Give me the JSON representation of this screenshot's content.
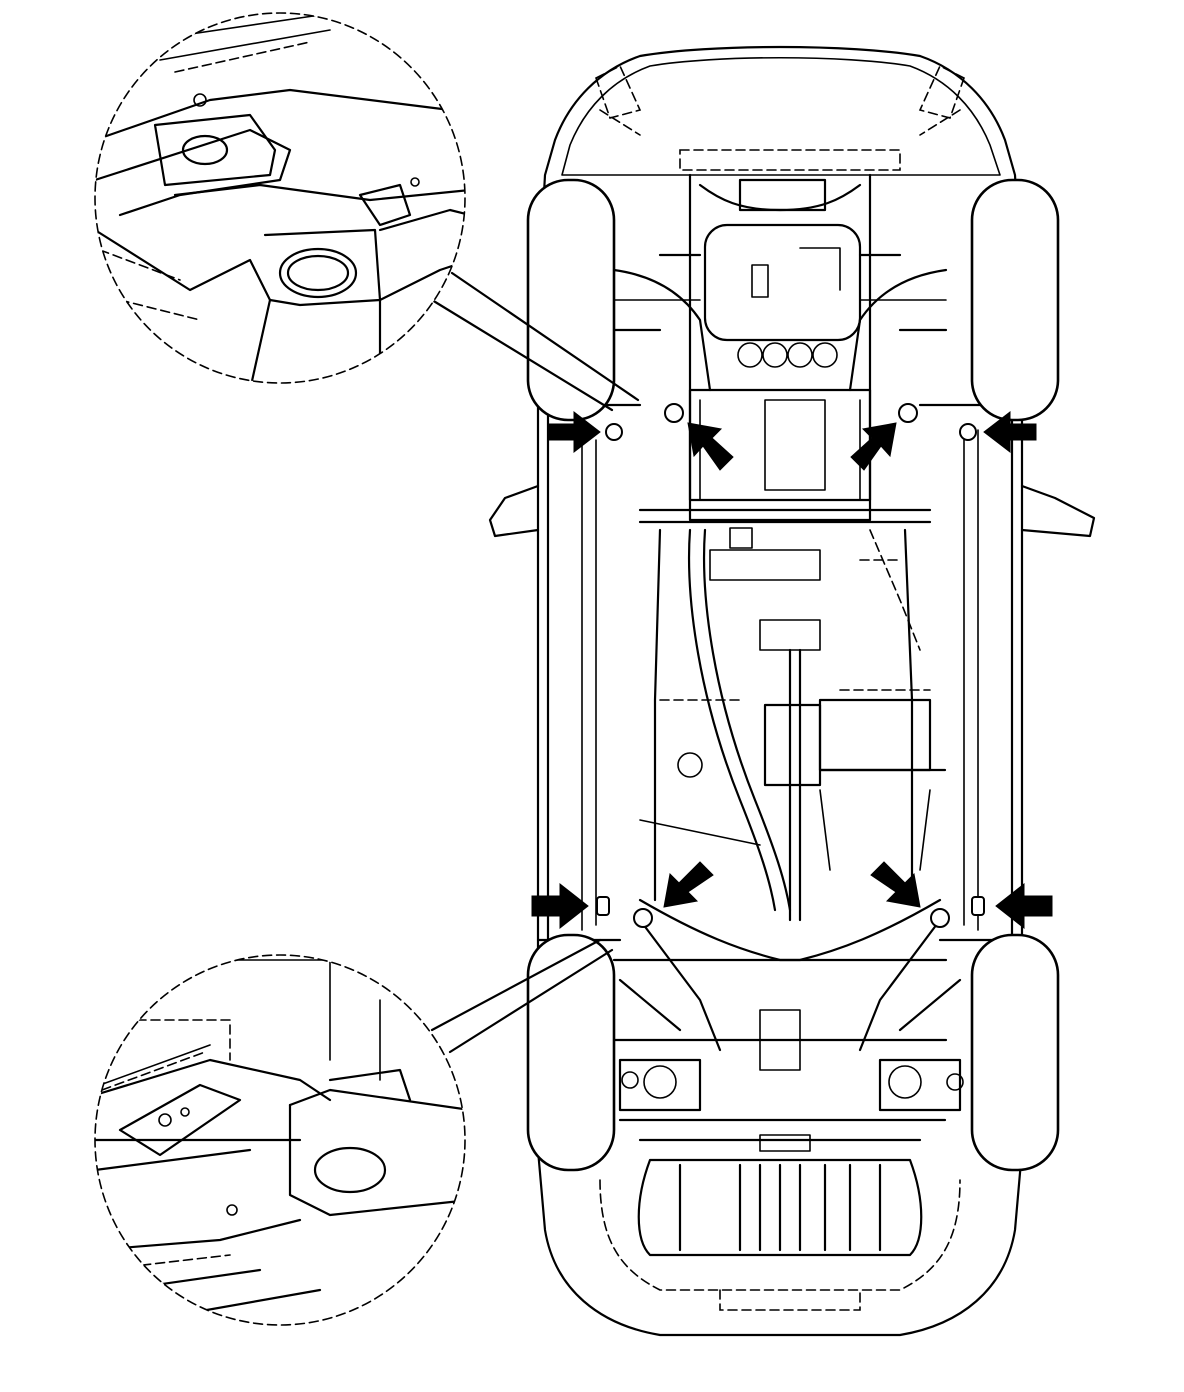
{
  "figure": {
    "background": "#ffffff",
    "line_color": "#000000",
    "subject": "vehicle-underbody-lift-points",
    "detail_views": [
      "front-lift-point-detail",
      "rear-lift-point-detail"
    ],
    "arrow_count": 8
  }
}
